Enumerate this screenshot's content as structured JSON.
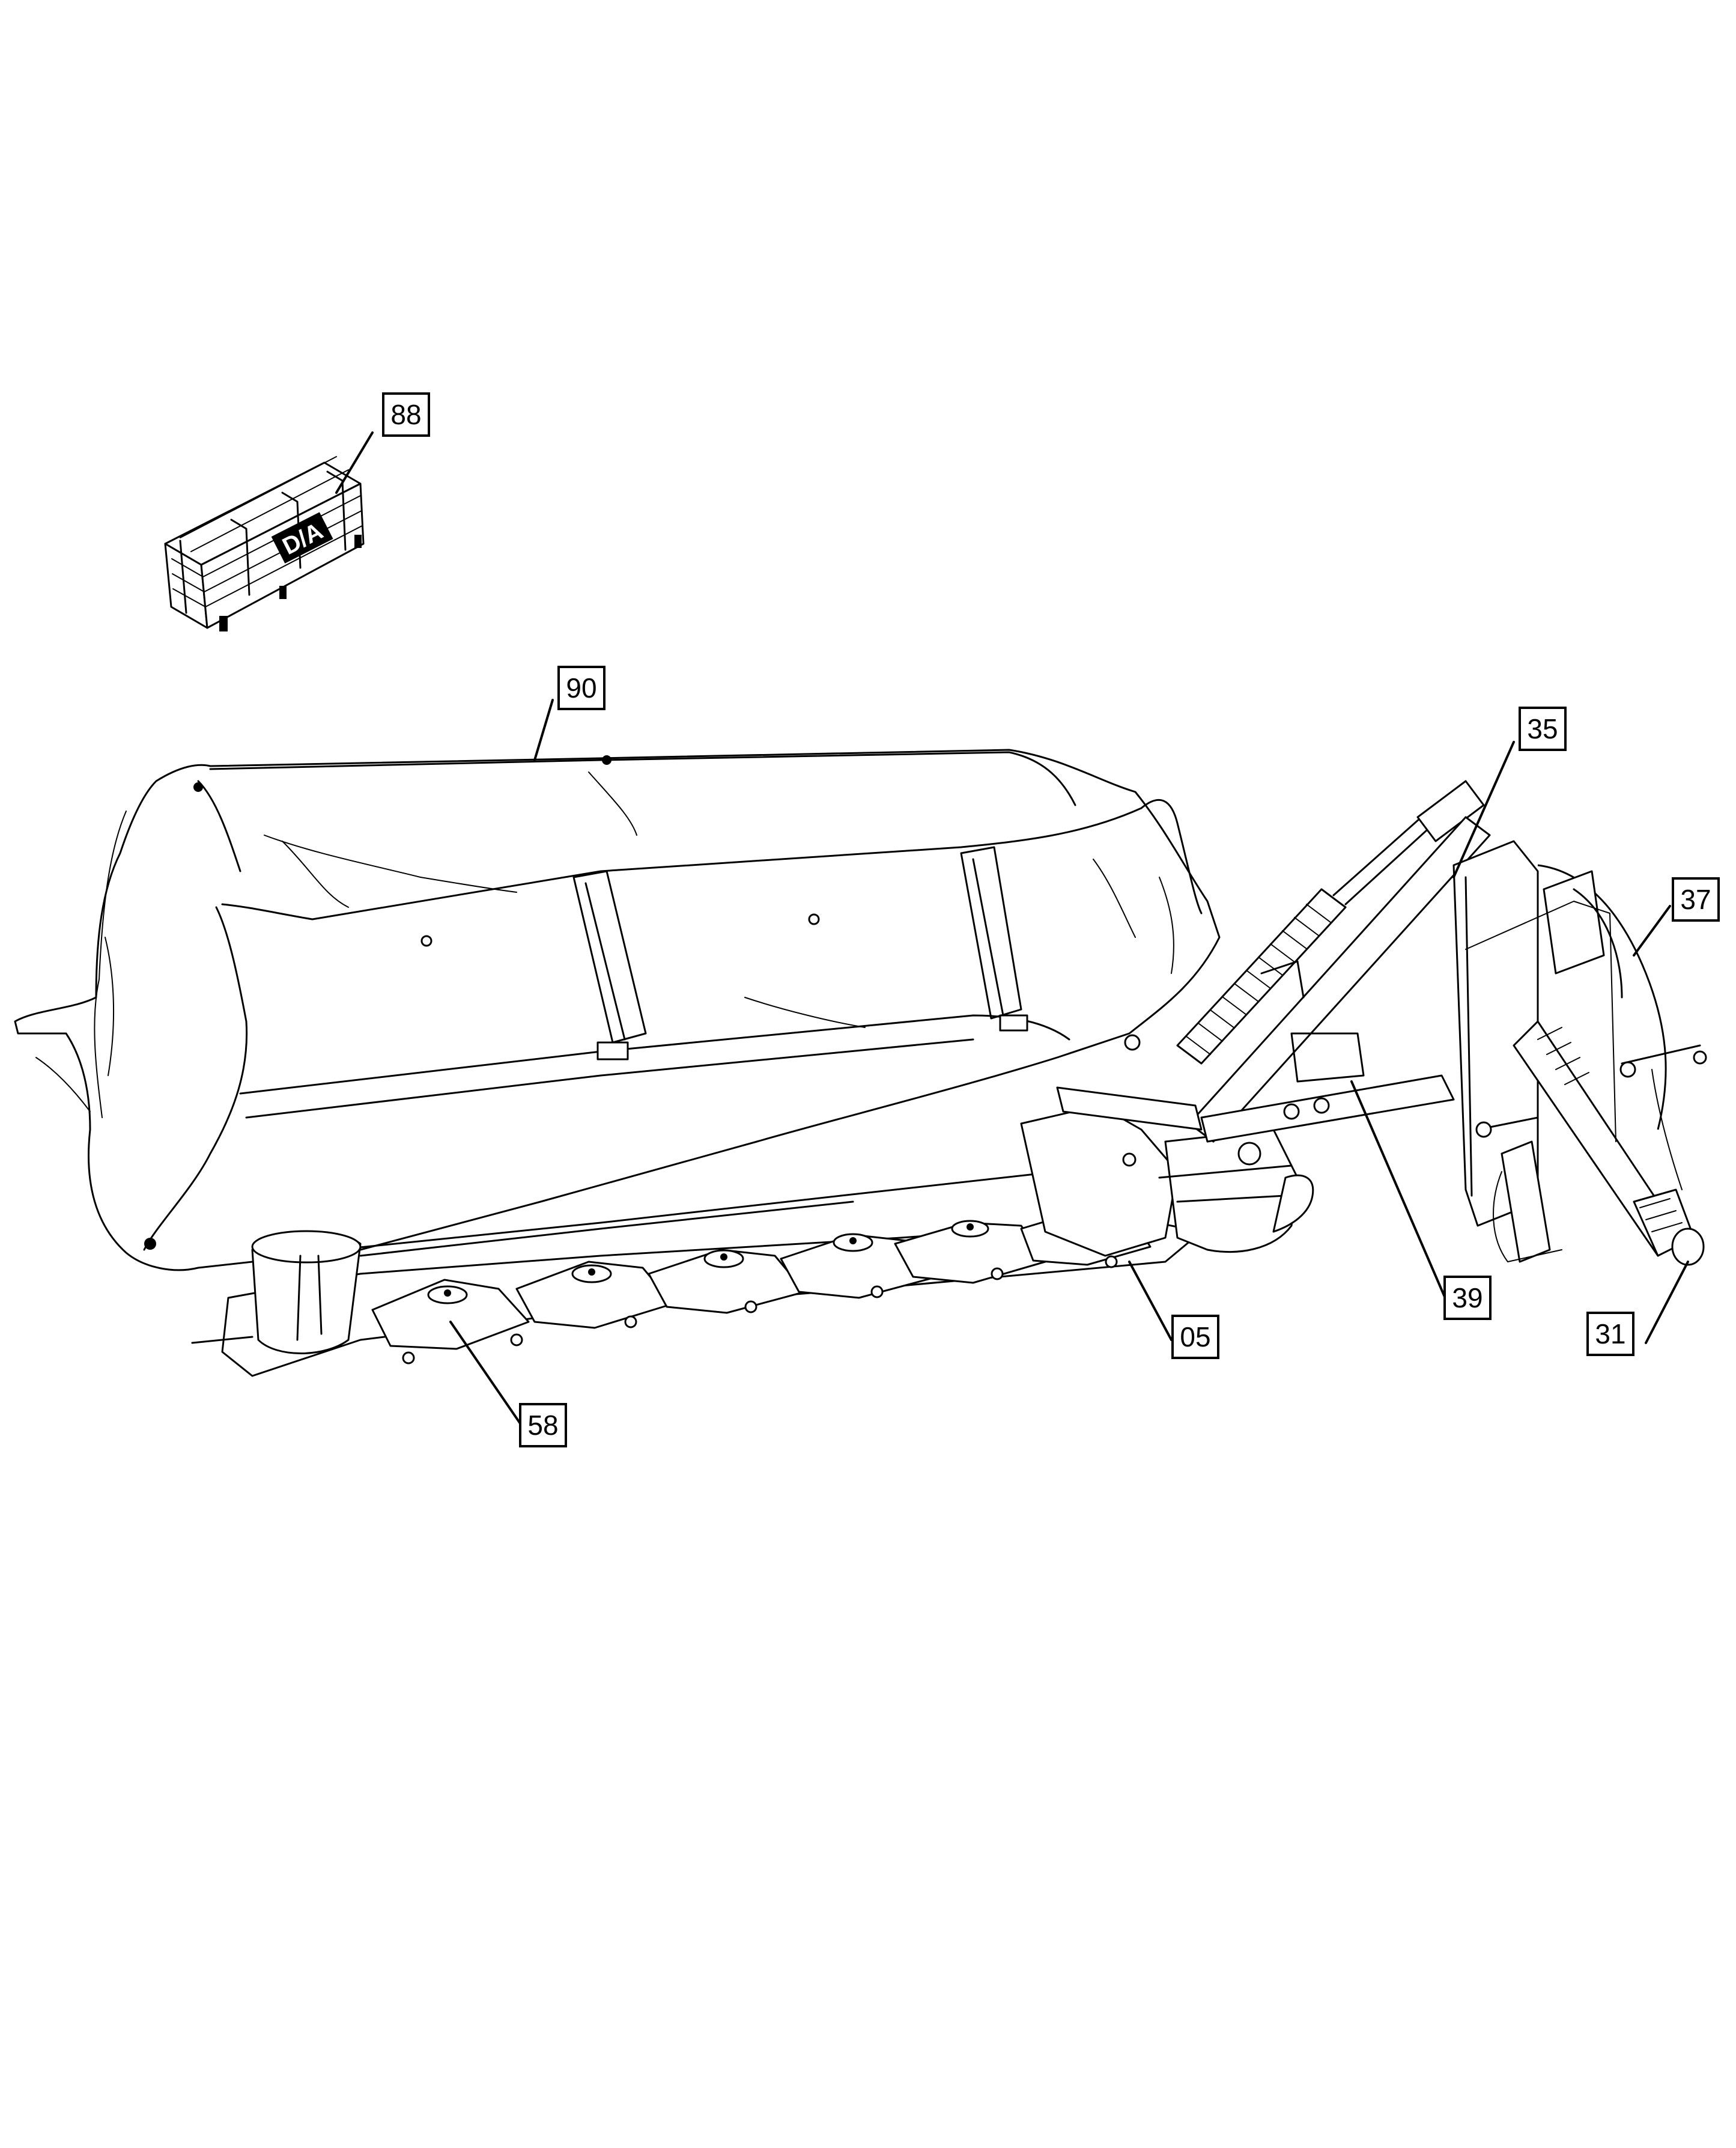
{
  "figure": {
    "description_name": "disc mower exploded parts overview",
    "background_color": "#ffffff",
    "line_color": "#000000"
  },
  "crate": {
    "label": "D/A",
    "icon": "shipping-crate-icon"
  },
  "callouts": [
    {
      "id": "88",
      "label": "88"
    },
    {
      "id": "90",
      "label": "90"
    },
    {
      "id": "35",
      "label": "35"
    },
    {
      "id": "37",
      "label": "37"
    },
    {
      "id": "39",
      "label": "39"
    },
    {
      "id": "05",
      "label": "05"
    },
    {
      "id": "31",
      "label": "31"
    },
    {
      "id": "58",
      "label": "58"
    }
  ]
}
